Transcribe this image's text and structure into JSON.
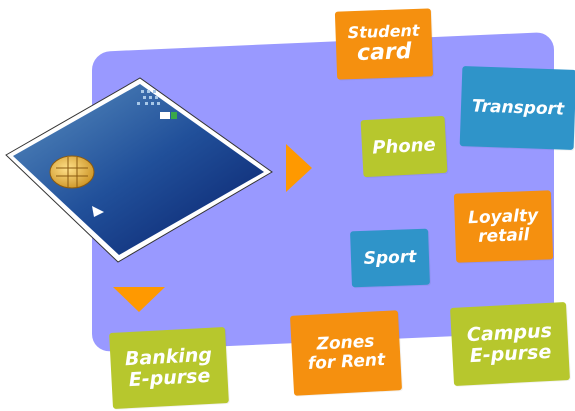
{
  "tags": {
    "student": {
      "line1": "Student",
      "line2": "card"
    },
    "transport": {
      "label": "Transport"
    },
    "phone": {
      "label": "Phone"
    },
    "loyalty": {
      "line1": "Loyalty",
      "line2": "retail"
    },
    "sport": {
      "label": "Sport"
    },
    "zones": {
      "line1": "Zones",
      "line2": "for Rent"
    },
    "campus": {
      "line1": "Campus",
      "line2": "E-purse"
    },
    "banking": {
      "line1": "Banking",
      "line2": "E-purse"
    }
  },
  "colors": {
    "panel": "#9999ff",
    "orange": "#f5900f",
    "green": "#b7c72d",
    "blue": "#2f94c9",
    "arrow": "#ff9900",
    "card_dark": "#0a2a7a",
    "card_light": "#4a7fb0",
    "chip": "#e6b43c"
  },
  "icons": {
    "card": "smart-card-icon",
    "chip": "chip-icon",
    "arrow_right": "arrow-right-icon",
    "arrow_down": "arrow-down-icon"
  }
}
